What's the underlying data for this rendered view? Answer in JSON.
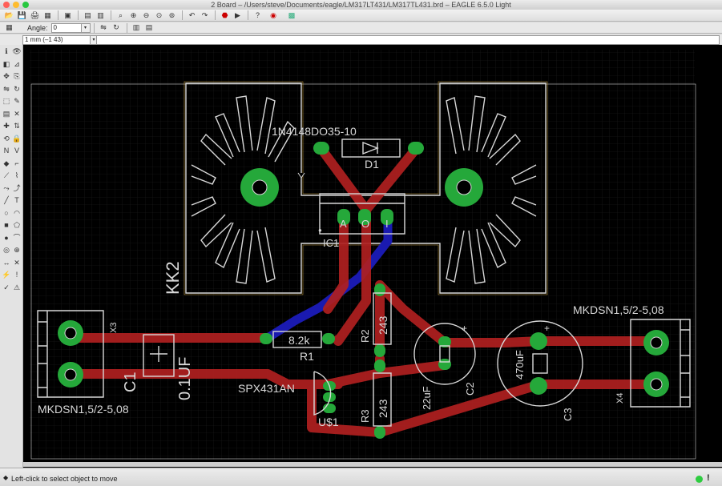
{
  "window": {
    "title": "2 Board – /Users/steve/Documents/eagle/LM317LT431/LM317TL431.brd – EAGLE 6.5.0 Light"
  },
  "toolbar": {
    "angle_label": "Angle:",
    "angle_value": "0"
  },
  "command": {
    "grid_readout": "1 mm (–1 43)"
  },
  "status": {
    "message": "Left-click to select object to move"
  },
  "board": {
    "labels": {
      "kk2": "KK2",
      "d1_value": "1N4148DO35-10",
      "d1_name": "D1",
      "ic1_name": "IC1",
      "ic1_pins": [
        "A",
        "O",
        "I"
      ],
      "r1_value": "8.2k",
      "r1_name": "R1",
      "r2_value": "243",
      "r2_name": "R2",
      "r3_value": "243",
      "r3_name": "R3",
      "c1_value": "0.1UF",
      "c1_name": "C1",
      "c2_value": "22uF",
      "c2_name": "C2",
      "c3_value": "470uF",
      "c3_name": "C3",
      "u1_value": "SPX431AN",
      "u1_name": "U$1",
      "x3_name": "X3",
      "x3_value": "MKDSN1,5/2-5,08",
      "x4_name": "X4",
      "x4_value": "MKDSN1,5/2-5,08"
    },
    "colors": {
      "top_copper": "#b02020",
      "bottom_copper": "#1a1ab0",
      "pads": "#25a83a",
      "silk": "#d8d8d8",
      "outline": "#c8b040",
      "background": "#000000"
    }
  }
}
